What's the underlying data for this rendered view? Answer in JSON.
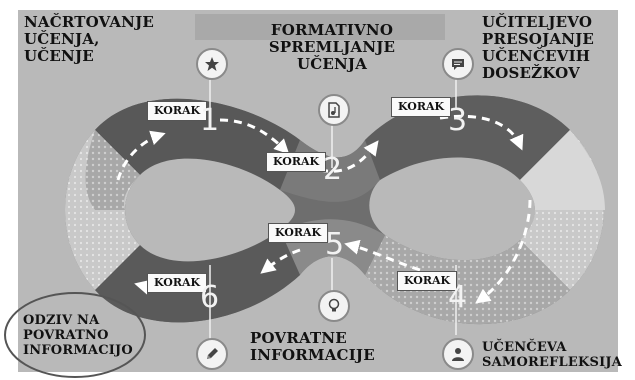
{
  "top_left_label": "NAČRTOVANJE\nUČENJA,\nUČENJE",
  "top_center_label": "FORMATIVNO\nSPREMLJANJE\nUČENJA",
  "top_right_label": "UČITELJEVO\nPRESOJANJE\nUČENČEVIH\nDOSEŽKOV",
  "bottom_left_label": "ODZIV NA\nPOVRATNO\nINFORMACIJO",
  "bottom_center_label": "POVRATNE\nINFORMACIJE",
  "bottom_right_label": "UČENČEVA\nSAMOREFLEKSIJA",
  "steps": [
    {
      "tag": "KORAK",
      "number": "1"
    },
    {
      "tag": "KORAK",
      "number": "2"
    },
    {
      "tag": "KORAK",
      "number": "3"
    },
    {
      "tag": "KORAK",
      "number": "4"
    },
    {
      "tag": "KORAK",
      "number": "5"
    },
    {
      "tag": "KORAK",
      "number": "6"
    }
  ],
  "icons": [
    "star-icon",
    "document-audio-icon",
    "speech-bubble-icon",
    "pencil-icon",
    "lightbulb-icon",
    "person-icon"
  ]
}
